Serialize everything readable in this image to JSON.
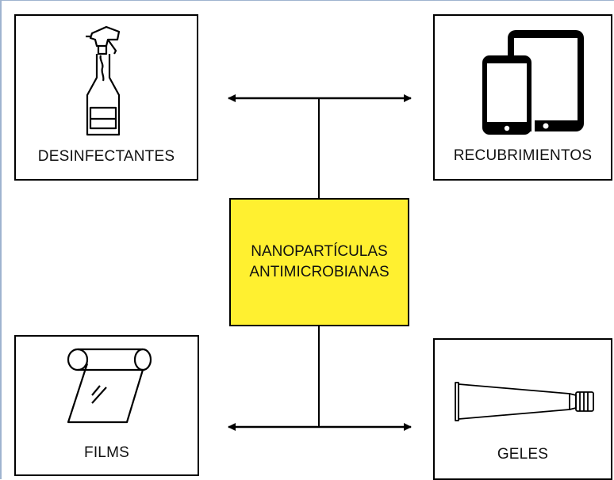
{
  "center": {
    "line1": "NANOPARTÍCULAS",
    "line2": "ANTIMICROBIANAS",
    "fill_color": "#fff030"
  },
  "boxes": {
    "desinfectantes": {
      "label": "DESINFECTANTES",
      "icon": "spray-bottle-icon"
    },
    "recubrimientos": {
      "label": "RECUBRIMIENTOS",
      "icon": "phone-tablet-icon"
    },
    "films": {
      "label": "FILMS",
      "icon": "film-roll-icon"
    },
    "geles": {
      "label": "GELES",
      "icon": "gel-tube-icon"
    }
  }
}
